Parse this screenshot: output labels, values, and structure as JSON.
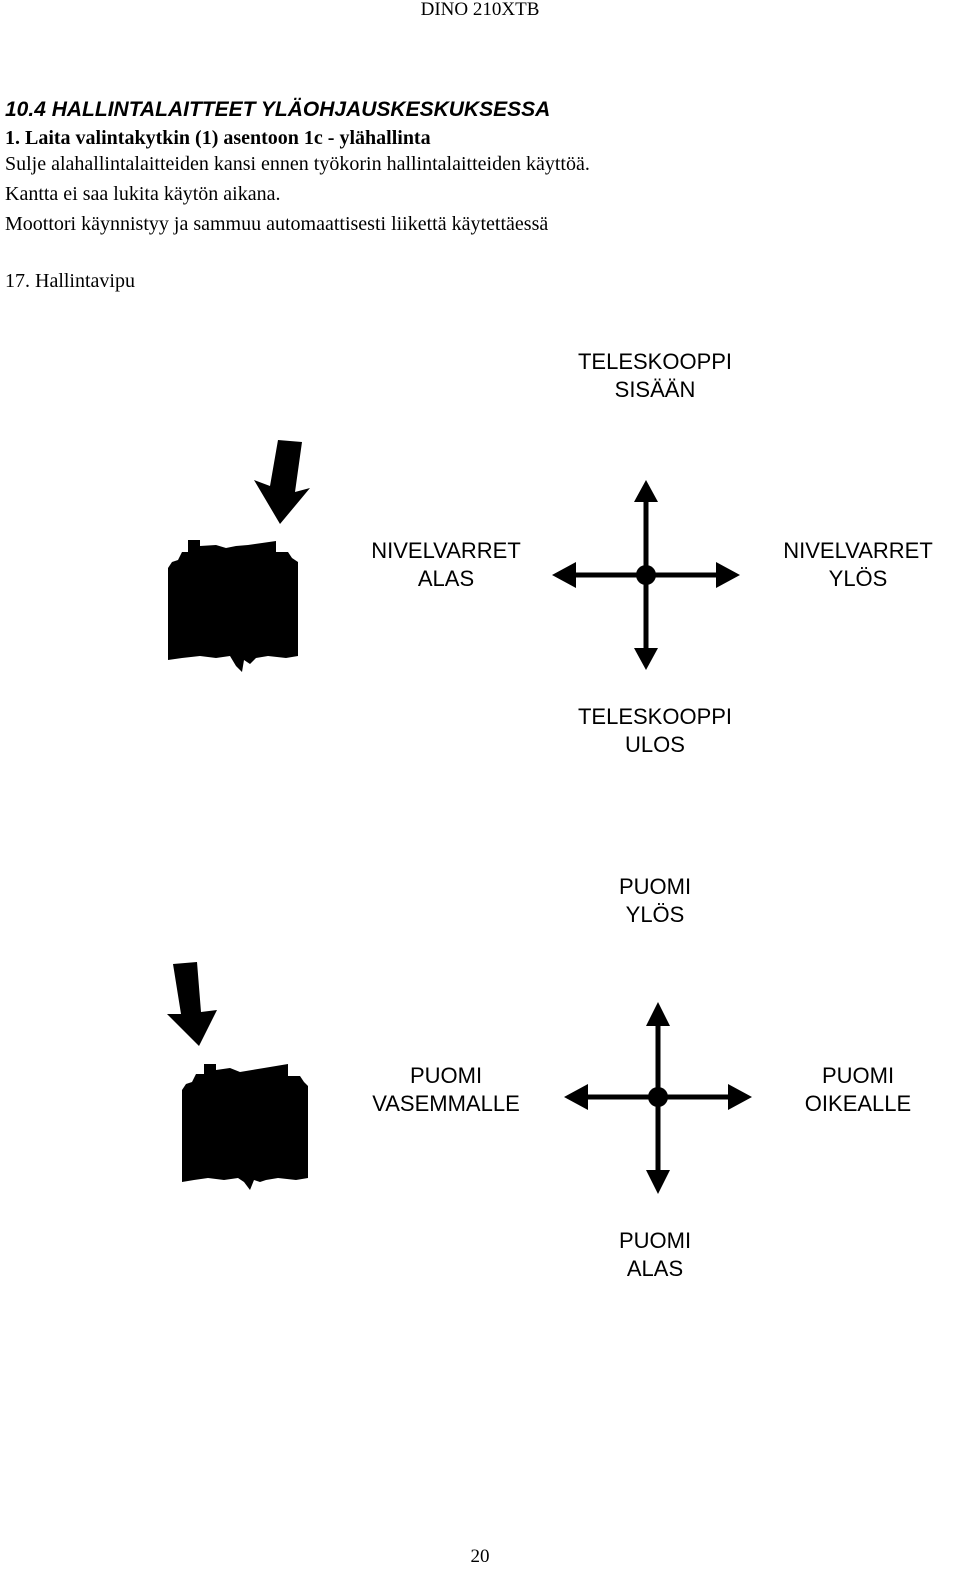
{
  "header": {
    "running_title": "DINO 210XTB"
  },
  "section": {
    "heading": "10.4 HALLINTALAITTEET YLÄOHJAUSKESKUKSESSA",
    "step": "1. Laita valintakytkin (1) asentoon 1c - ylähallinta",
    "instructions": [
      "Sulje alahallintalaitteiden kansi ennen työkorin hallintalaitteiden käyttöä.",
      "Kantta ei saa lukita käytön aikana.",
      "Moottori käynnistyy ja sammuu automaattisesti liikettä käytettäessä"
    ],
    "lever_caption": "17. Hallintavipu"
  },
  "lever_diagrams": [
    {
      "up": [
        "TELESKOOPPI",
        "SISÄÄN"
      ],
      "left": [
        "NIVELVARRET",
        "ALAS"
      ],
      "right": [
        "NIVELVARRET",
        "YLÖS"
      ],
      "down": [
        "TELESKOOPPI",
        "ULOS"
      ]
    },
    {
      "up": [
        "PUOMI",
        "YLÖS"
      ],
      "left": [
        "PUOMI",
        "VASEMMALLE"
      ],
      "right": [
        "PUOMI",
        "OIKEALLE"
      ],
      "down": [
        "PUOMI",
        "ALAS"
      ]
    }
  ],
  "icons": {
    "pointer": "down-arrow-icon",
    "lever": "control-lever-icon",
    "directions": "four-way-arrow-icon"
  },
  "footer": {
    "page_number": "20"
  }
}
